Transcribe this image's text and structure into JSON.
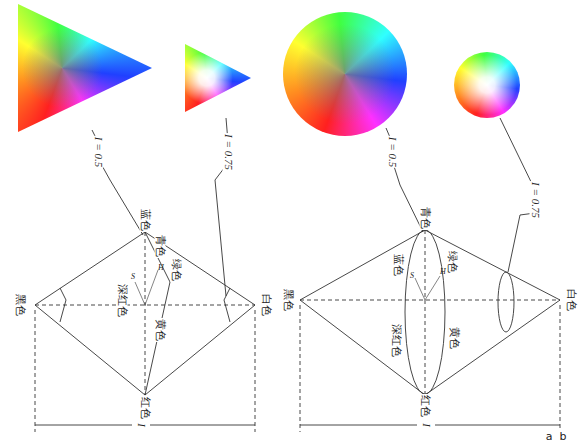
{
  "diagram": {
    "labels": [
      "黑色",
      "白色",
      "蓝色",
      "红色",
      "青色",
      "绿色",
      "深红色",
      "黄色",
      "I = 0.5",
      "I = 0.75",
      "H",
      "S",
      "I",
      "黑色",
      "白色",
      "青色",
      "红色",
      "蓝色",
      "绿色",
      "深红色",
      "黄色",
      "I = 0.5",
      "I = 0.75",
      "H",
      "S",
      "I",
      "a",
      "b"
    ]
  }
}
